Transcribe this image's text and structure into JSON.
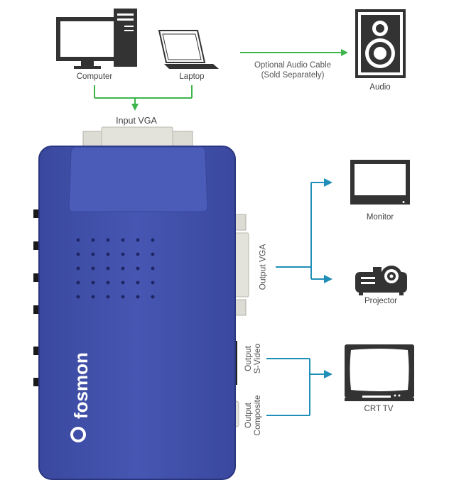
{
  "labels": {
    "computer": "Computer",
    "laptop": "Laptop",
    "audio": "Audio",
    "cable_line1": "Optional Audio Cable",
    "cable_line2": "(Sold Separately)",
    "input_vga": "Input VGA",
    "output_vga": "Output VGA",
    "output_svideo_line1": "Output",
    "output_svideo_line2": "S-Video",
    "output_composite_line1": "Output",
    "output_composite_line2": "Composite",
    "monitor": "Monitor",
    "projector": "Projector",
    "crt_tv": "CRT TV",
    "brand": "fosmon"
  },
  "colors": {
    "arrow_green": "#3db54a",
    "arrow_blue": "#1f8fb8",
    "device_blue": "#3f4ea8",
    "device_blue_light": "#4a5bb8",
    "device_dark": "#2a3580",
    "icon_dark": "#333333",
    "connector_gray": "#d8d8d2"
  },
  "icons": [
    "computer-icon",
    "laptop-icon",
    "speaker-icon",
    "monitor-icon",
    "projector-icon",
    "crt-tv-icon"
  ]
}
